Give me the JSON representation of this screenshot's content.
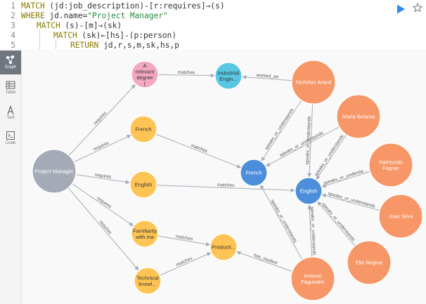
{
  "editor": {
    "lines": [
      {
        "num": "1",
        "indent": 0,
        "parts": [
          {
            "t": "MATCH ",
            "c": "kw"
          },
          {
            "t": "(jd:job_description)-[r:requires]→(s)",
            "c": ""
          }
        ]
      },
      {
        "num": "2",
        "indent": 0,
        "parts": [
          {
            "t": "WHERE ",
            "c": "kw"
          },
          {
            "t": "jd.name=",
            "c": ""
          },
          {
            "t": "\"Project Manager\"",
            "c": "str"
          }
        ]
      },
      {
        "num": "3",
        "indent": 1,
        "parts": [
          {
            "t": "MATCH ",
            "c": "kw"
          },
          {
            "t": "(s)-[m]→(sk)",
            "c": ""
          }
        ]
      },
      {
        "num": "4",
        "indent": 2,
        "parts": [
          {
            "t": "MATCH ",
            "c": "kw"
          },
          {
            "t": "(sk)←[hs]-(p:person)",
            "c": ""
          }
        ]
      },
      {
        "num": "5",
        "indent": 3,
        "parts": [
          {
            "t": "RETURN ",
            "c": "kw"
          },
          {
            "t": "jd,r,s,m,sk,hs,p",
            "c": ""
          }
        ]
      }
    ]
  },
  "sidebar": {
    "items": [
      {
        "id": "graph",
        "label": "Graph",
        "icon": "graph-icon",
        "active": true
      },
      {
        "id": "table",
        "label": "Table",
        "icon": "table-icon",
        "active": false
      },
      {
        "id": "text",
        "label": "Text",
        "icon": "text-icon",
        "active": false
      },
      {
        "id": "code",
        "label": "Code",
        "icon": "code-icon",
        "active": false
      }
    ]
  },
  "colors": {
    "job": "#a5abb6",
    "requirement": "#ffc454",
    "degree": "#f2a7c3",
    "industry": "#57c7e3",
    "skill": "#4c8eda",
    "person": "#f79767",
    "edge": "#a5abb6",
    "edge_label": "#555555"
  },
  "graph": {
    "nodes": [
      {
        "id": "pm",
        "lines": [
          "Project Manager"
        ],
        "type": "job"
      },
      {
        "id": "degree",
        "lines": [
          "A",
          "relevant",
          "degree",
          "("
        ],
        "type": "degree"
      },
      {
        "id": "french_req",
        "lines": [
          "French"
        ],
        "type": "requirement"
      },
      {
        "id": "english_req",
        "lines": [
          "English"
        ],
        "type": "requirement"
      },
      {
        "id": "familiarity",
        "lines": [
          "Familiarity",
          "with ma"
        ],
        "type": "requirement"
      },
      {
        "id": "technical",
        "lines": [
          "Technical",
          "knowl..."
        ],
        "type": "requirement"
      },
      {
        "id": "industrial",
        "lines": [
          "Industrial",
          "Engin..."
        ],
        "type": "industry"
      },
      {
        "id": "french_sk",
        "lines": [
          "French"
        ],
        "type": "skill"
      },
      {
        "id": "english_sk",
        "lines": [
          "English"
        ],
        "type": "skill"
      },
      {
        "id": "production",
        "lines": [
          "Producti..."
        ],
        "type": "requirement"
      },
      {
        "id": "nicholas",
        "lines": [
          "Nicholas Arand"
        ],
        "type": "person"
      },
      {
        "id": "maria",
        "lines": [
          "Maria Betania"
        ],
        "type": "person"
      },
      {
        "id": "raimundo",
        "lines": [
          "Raimundo",
          "Fagner"
        ],
        "type": "person"
      },
      {
        "id": "joao",
        "lines": [
          "Joao Silva"
        ],
        "type": "person"
      },
      {
        "id": "elis",
        "lines": [
          "Elis Regina"
        ],
        "type": "person"
      },
      {
        "id": "antonio",
        "lines": [
          "Antonio",
          "Fagundes"
        ],
        "type": "person"
      }
    ],
    "edges": [
      {
        "from": "pm",
        "to": "degree",
        "label": "requires"
      },
      {
        "from": "pm",
        "to": "french_req",
        "label": "requires"
      },
      {
        "from": "pm",
        "to": "english_req",
        "label": "requires"
      },
      {
        "from": "pm",
        "to": "familiarity",
        "label": "requires"
      },
      {
        "from": "pm",
        "to": "technical",
        "label": "requires"
      },
      {
        "from": "degree",
        "to": "industrial",
        "label": "matches"
      },
      {
        "from": "french_req",
        "to": "french_sk",
        "label": "matches"
      },
      {
        "from": "english_req",
        "to": "english_sk",
        "label": "matches"
      },
      {
        "from": "familiarity",
        "to": "production",
        "label": "matches"
      },
      {
        "from": "technical",
        "to": "production",
        "label": "matches"
      },
      {
        "from": "nicholas",
        "to": "industrial",
        "label": "worked_as"
      },
      {
        "from": "nicholas",
        "to": "french_sk",
        "label": "speaks_or_understands"
      },
      {
        "from": "nicholas",
        "to": "english_sk",
        "label": "speaks_or_understands"
      },
      {
        "from": "maria",
        "to": "french_sk",
        "label": "speaks_or_understands"
      },
      {
        "from": "maria",
        "to": "english_sk",
        "label": "speaks_or_understands"
      },
      {
        "from": "raimundo",
        "to": "english_sk",
        "label": "speaks_or_understa..."
      },
      {
        "from": "joao",
        "to": "english_sk",
        "label": "speaks_or_understands"
      },
      {
        "from": "elis",
        "to": "english_sk",
        "label": "speaks_or_understands"
      },
      {
        "from": "antonio",
        "to": "french_sk",
        "label": "speaks_or_understands"
      },
      {
        "from": "antonio",
        "to": "english_sk",
        "label": "speaks_or_understands"
      },
      {
        "from": "antonio",
        "to": "production",
        "label": "has_studied"
      }
    ]
  }
}
